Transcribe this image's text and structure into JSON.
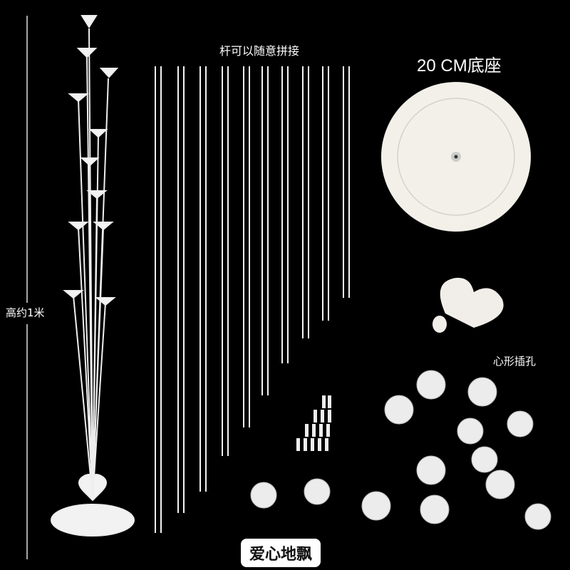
{
  "labels": {
    "rods": "杆可以随意拼接",
    "base": "20 CM底座",
    "height": "高约1米",
    "heart": "心形插孔",
    "product": "爱心地飘"
  }
}
